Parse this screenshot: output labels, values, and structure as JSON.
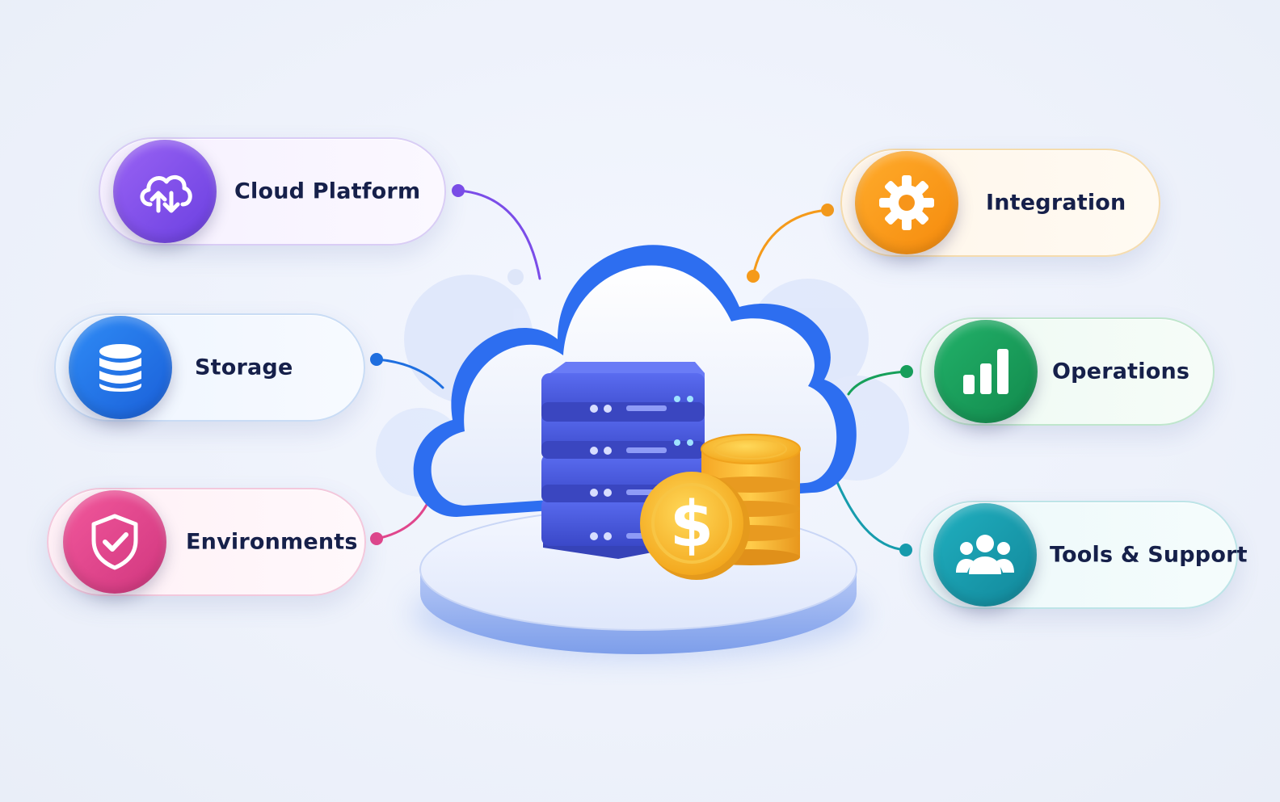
{
  "categories": [
    {
      "id": "cloud",
      "label": "Cloud Platform",
      "icon": "cloud-sync-icon",
      "color": "#7b4de8"
    },
    {
      "id": "storage",
      "label": "Storage",
      "icon": "database-icon",
      "color": "#1f6fe0"
    },
    {
      "id": "env",
      "label": "Environments",
      "icon": "shield-check-icon",
      "color": "#e0468c"
    },
    {
      "id": "int",
      "label": "Integration",
      "icon": "gear-icon",
      "color": "#f59a1a"
    },
    {
      "id": "ops",
      "label": "Operations",
      "icon": "bar-chart-icon",
      "color": "#17a05a"
    },
    {
      "id": "tools",
      "label": "Tools & Support",
      "icon": "users-icon",
      "color": "#169cad"
    }
  ],
  "center": {
    "icons": [
      "cloud-icon",
      "server-rack-icon",
      "coin-stack-icon",
      "dollar-coin-icon"
    ],
    "coin_symbol": "$",
    "colors": {
      "cloud": "#2d6ef0",
      "server": "#4a5be0",
      "coin": "#f7b529"
    }
  }
}
